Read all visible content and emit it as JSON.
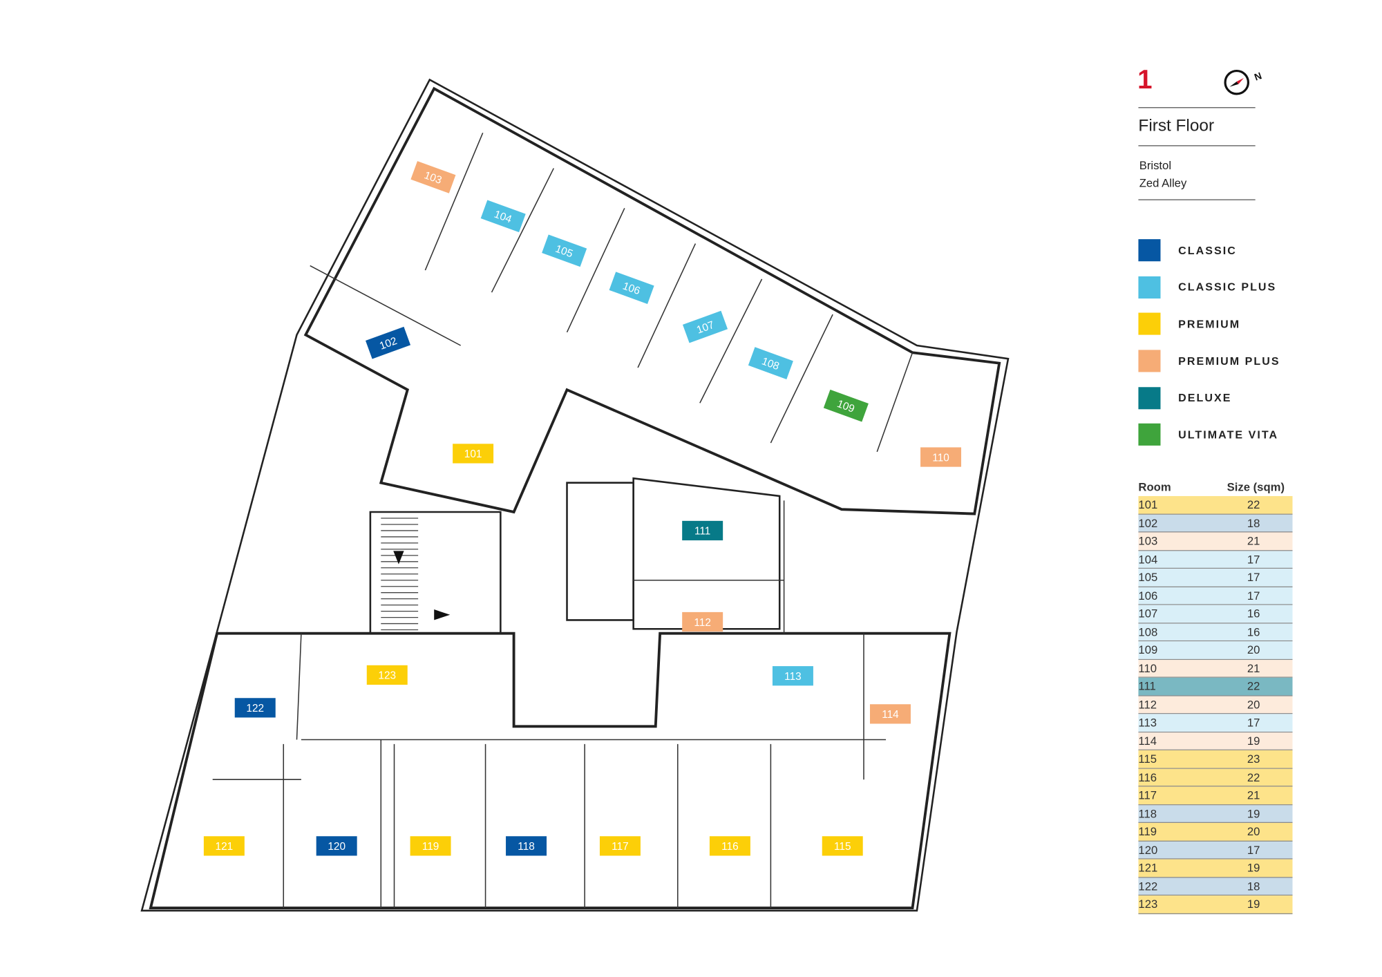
{
  "header": {
    "floor_number": "1",
    "title": "First Floor",
    "address_line1": "Bristol",
    "address_line2": "Zed Alley",
    "compass_label": "N"
  },
  "legend": [
    {
      "label": "CLASSIC",
      "color": "#0657a3"
    },
    {
      "label": "CLASSIC PLUS",
      "color": "#4ec0e2"
    },
    {
      "label": "PREMIUM",
      "color": "#fccf08"
    },
    {
      "label": "PREMIUM PLUS",
      "color": "#f6ac76"
    },
    {
      "label": "DELUXE",
      "color": "#077a88"
    },
    {
      "label": "ULTIMATE VITA",
      "color": "#3fa43c"
    }
  ],
  "rooms": [
    {
      "number": "101",
      "category": "PREMIUM"
    },
    {
      "number": "102",
      "category": "CLASSIC"
    },
    {
      "number": "103",
      "category": "PREMIUM PLUS"
    },
    {
      "number": "104",
      "category": "CLASSIC PLUS"
    },
    {
      "number": "105",
      "category": "CLASSIC PLUS"
    },
    {
      "number": "106",
      "category": "CLASSIC PLUS"
    },
    {
      "number": "107",
      "category": "CLASSIC PLUS"
    },
    {
      "number": "108",
      "category": "CLASSIC PLUS"
    },
    {
      "number": "109",
      "category": "ULTIMATE VITA"
    },
    {
      "number": "110",
      "category": "PREMIUM PLUS"
    },
    {
      "number": "111",
      "category": "DELUXE"
    },
    {
      "number": "112",
      "category": "PREMIUM PLUS"
    },
    {
      "number": "113",
      "category": "CLASSIC PLUS"
    },
    {
      "number": "114",
      "category": "PREMIUM PLUS"
    },
    {
      "number": "115",
      "category": "PREMIUM"
    },
    {
      "number": "116",
      "category": "PREMIUM"
    },
    {
      "number": "117",
      "category": "PREMIUM"
    },
    {
      "number": "118",
      "category": "CLASSIC"
    },
    {
      "number": "119",
      "category": "PREMIUM"
    },
    {
      "number": "120",
      "category": "CLASSIC"
    },
    {
      "number": "121",
      "category": "PREMIUM"
    },
    {
      "number": "122",
      "category": "CLASSIC"
    },
    {
      "number": "123",
      "category": "PREMIUM"
    }
  ],
  "table": {
    "headers": [
      "Room",
      "Size (sqm)"
    ],
    "rows": [
      {
        "room": "101",
        "size": "22",
        "color": "#fde38a"
      },
      {
        "room": "102",
        "size": "18",
        "color": "#c9dcea"
      },
      {
        "room": "103",
        "size": "21",
        "color": "#fdebdc"
      },
      {
        "room": "104",
        "size": "17",
        "color": "#d9eff8"
      },
      {
        "room": "105",
        "size": "17",
        "color": "#d9eff8"
      },
      {
        "room": "106",
        "size": "17",
        "color": "#d9eff8"
      },
      {
        "room": "107",
        "size": "16",
        "color": "#d9eff8"
      },
      {
        "room": "108",
        "size": "16",
        "color": "#d9eff8"
      },
      {
        "room": "109",
        "size": "20",
        "color": "#d9eff8"
      },
      {
        "room": "110",
        "size": "21",
        "color": "#fdebdc"
      },
      {
        "room": "111",
        "size": "22",
        "color": "#7ab8c2"
      },
      {
        "room": "112",
        "size": "20",
        "color": "#fdebdc"
      },
      {
        "room": "113",
        "size": "17",
        "color": "#d9eff8"
      },
      {
        "room": "114",
        "size": "19",
        "color": "#fdebdc"
      },
      {
        "room": "115",
        "size": "23",
        "color": "#fde38a"
      },
      {
        "room": "116",
        "size": "22",
        "color": "#fde38a"
      },
      {
        "room": "117",
        "size": "21",
        "color": "#fde38a"
      },
      {
        "room": "118",
        "size": "19",
        "color": "#c9dcea"
      },
      {
        "room": "119",
        "size": "20",
        "color": "#fde38a"
      },
      {
        "room": "120",
        "size": "17",
        "color": "#c9dcea"
      },
      {
        "room": "121",
        "size": "19",
        "color": "#fde38a"
      },
      {
        "room": "122",
        "size": "18",
        "color": "#c9dcea"
      },
      {
        "room": "123",
        "size": "19",
        "color": "#fde38a"
      }
    ]
  }
}
